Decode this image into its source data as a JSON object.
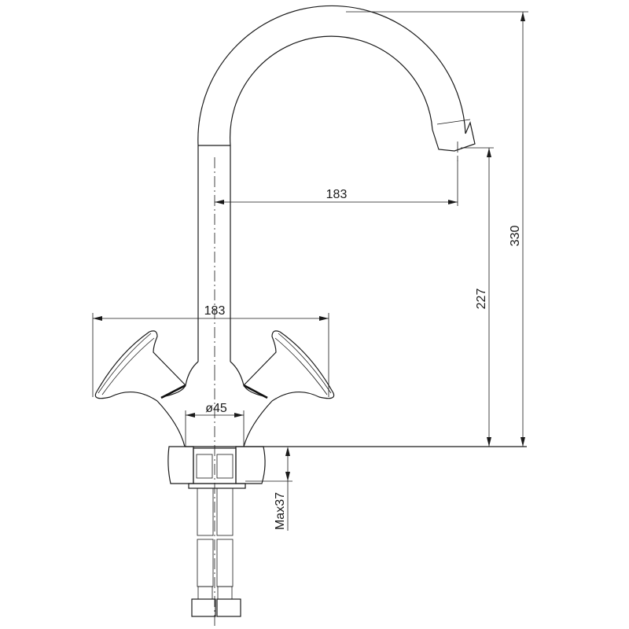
{
  "dimensions": {
    "total_height": "330",
    "spout_height": "227",
    "spout_reach": "183",
    "handle_span": "183",
    "base_diameter": "ø45",
    "max_counter_thickness": "Max37"
  },
  "colors": {
    "line": "#1a1a1a",
    "background": "#ffffff"
  }
}
